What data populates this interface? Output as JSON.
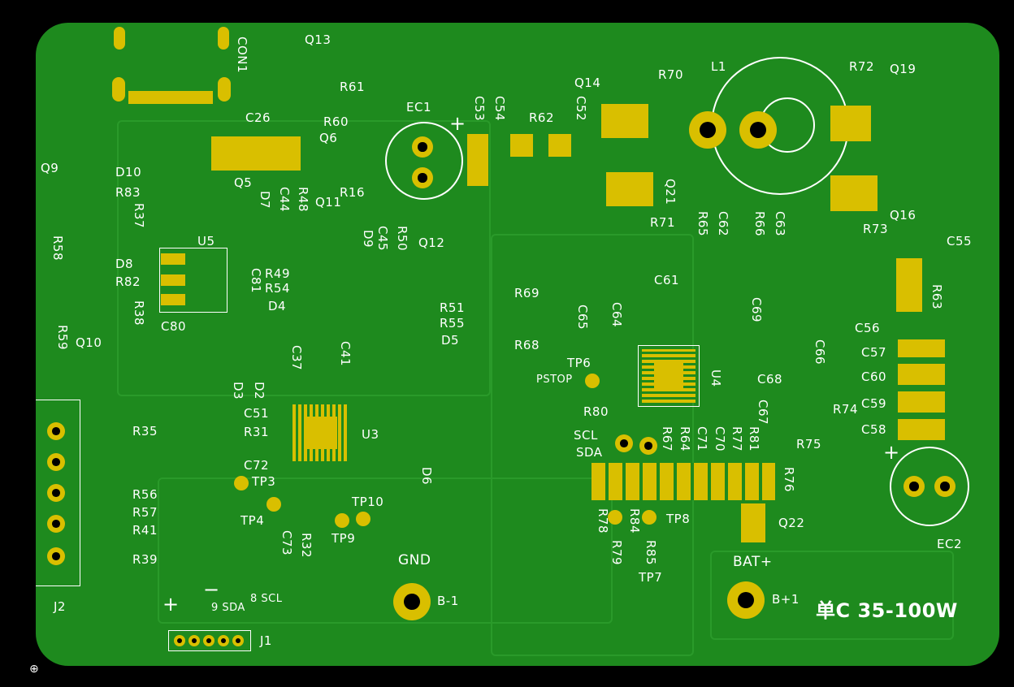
{
  "colors": {
    "board": "#1e8a1e",
    "pad": "#d9bf00",
    "silk": "#ffffff",
    "background": "#000000"
  },
  "silk": {
    "CON1": "CON1",
    "Q13": "Q13",
    "R61": "R61",
    "C26": "C26",
    "R60": "R60",
    "Q6": "Q6",
    "EC1": "EC1",
    "EC1_plus": "+",
    "C53": "C53",
    "C54": "C54",
    "R62": "R62",
    "C52": "C52",
    "Q14": "Q14",
    "R70": "R70",
    "L1": "L1",
    "R72": "R72",
    "Q19": "Q19",
    "D10": "D10",
    "Q9": "Q9",
    "R83": "R83",
    "R37": "R37",
    "R58": "R58",
    "Q5": "Q5",
    "D7": "D7",
    "C44": "C44",
    "R48": "R48",
    "Q11": "Q11",
    "R16": "R16",
    "Q21": "Q21",
    "R71": "R71",
    "R65": "R65",
    "C62": "C62",
    "R66": "R66",
    "C63": "C63",
    "Q16": "Q16",
    "R73": "R73",
    "C55": "C55",
    "D8": "D8",
    "R82": "R82",
    "R38": "R38",
    "R59": "R59",
    "Q10": "Q10",
    "U5": "U5",
    "C81": "C81",
    "C80": "C80",
    "R49": "R49",
    "R54": "R54",
    "D4": "D4",
    "D9": "D9",
    "C45": "C45",
    "R50": "R50",
    "Q12": "Q12",
    "R51": "R51",
    "R55": "R55",
    "D5": "D5",
    "R69": "R69",
    "R68": "R68",
    "C65": "C65",
    "C64": "C64",
    "C61": "C61",
    "C69": "C69",
    "R63": "R63",
    "C56": "C56",
    "C57": "C57",
    "C60": "C60",
    "C59": "C59",
    "C58": "C58",
    "D3": "D3",
    "D2": "D2",
    "C37": "C37",
    "C41": "C41",
    "TP6": "TP6",
    "PSTOP": "PSTOP",
    "R80": "R80",
    "U4": "U4",
    "C66": "C66",
    "C68": "C68",
    "C67": "C67",
    "R74": "R74",
    "R75": "R75",
    "C51": "C51",
    "R31": "R31",
    "U3": "U3",
    "R35": "R35",
    "C72": "C72",
    "TP3": "TP3",
    "TP4": "TP4",
    "D6": "D6",
    "TP10": "TP10",
    "TP9": "TP9",
    "C73": "C73",
    "R32": "R32",
    "SCL": "SCL",
    "SDA": "SDA",
    "R67": "R67",
    "R64": "R64",
    "C71": "C71",
    "C70": "C70",
    "R77": "R77",
    "R81": "R81",
    "R76": "R76",
    "R56": "R56",
    "R57": "R57",
    "R41": "R41",
    "R39": "R39",
    "R78": "R78",
    "R79": "R79",
    "R84": "R84",
    "R85": "R85",
    "TP8": "TP8",
    "Q22": "Q22",
    "GND": "GND",
    "B_1": "B-1",
    "BAT_plus": "BAT+",
    "B_plus_1": "B+1",
    "TP7": "TP7",
    "EC2": "EC2",
    "EC2_plus": "+",
    "J2": "J2",
    "J1_plus": "+",
    "J1_minus": "−",
    "J1_9SDA": "9 SDA",
    "J1_8SCL": "8 SCL",
    "J1": "J1",
    "title": "单C 35-100W"
  }
}
